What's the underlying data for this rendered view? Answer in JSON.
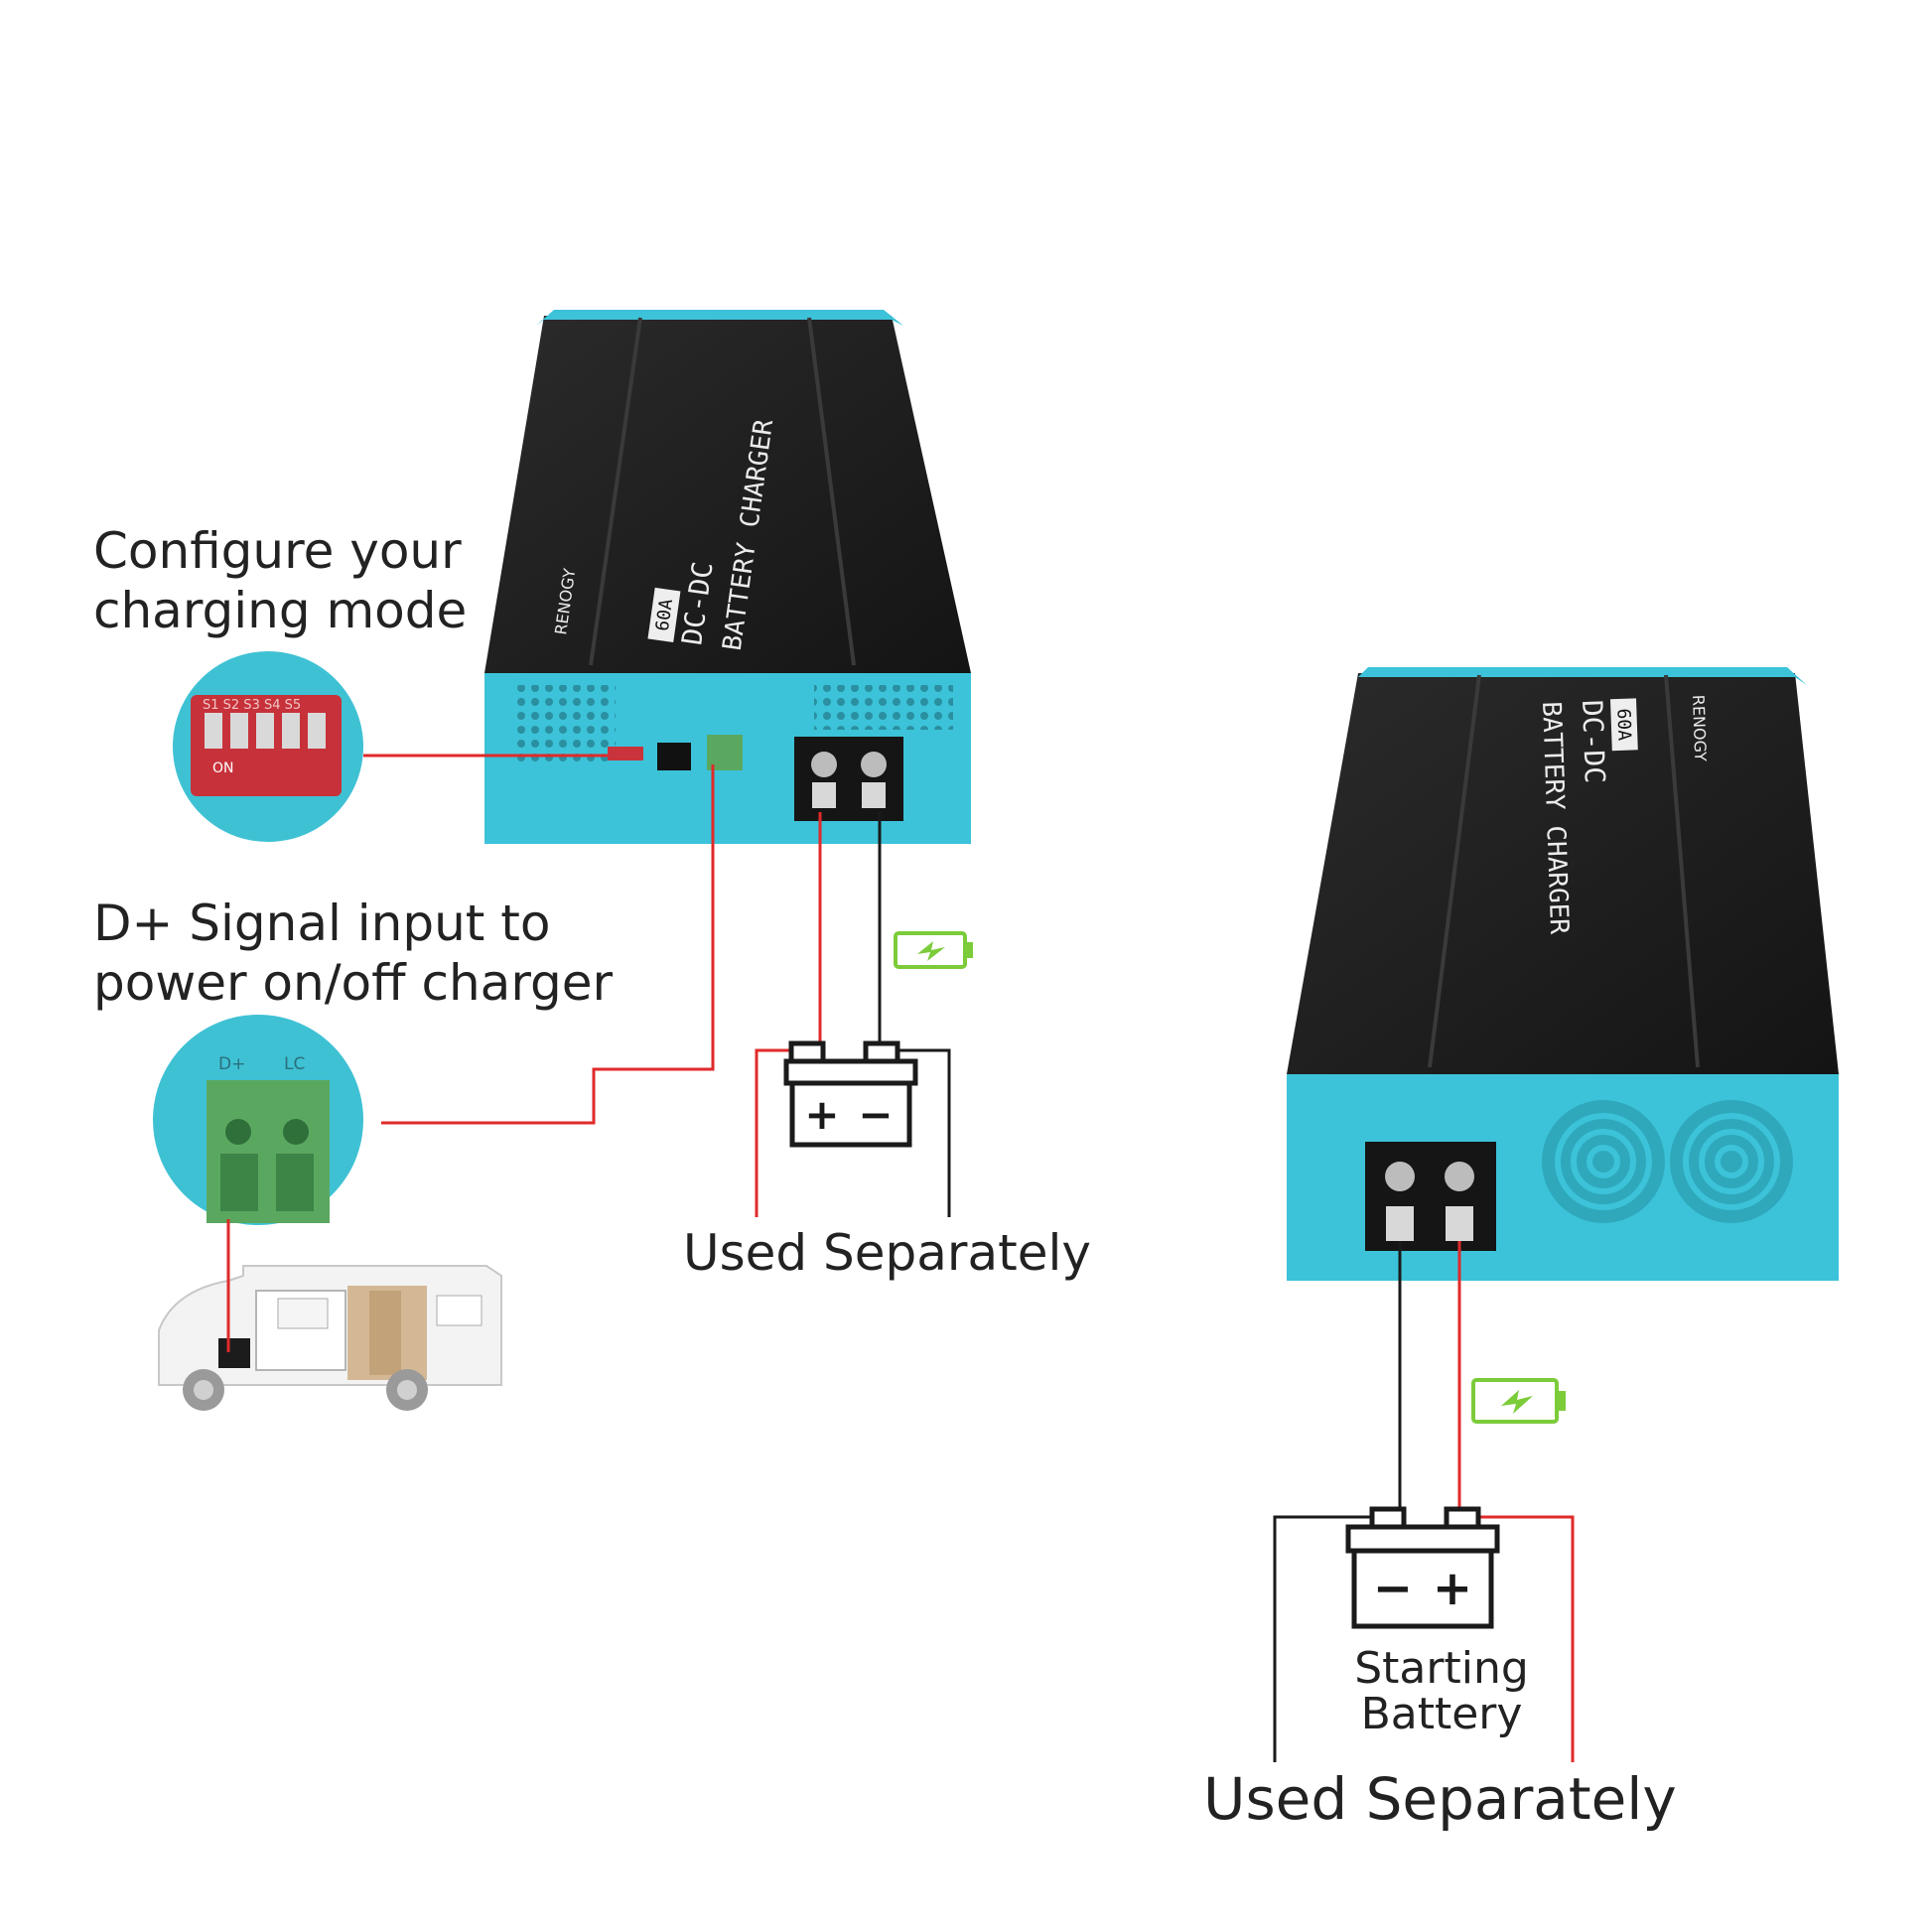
{
  "captions": {
    "configure": "Configure your\ncharging mode",
    "dplus": "D+ Signal input to\npower on/off charger",
    "used_separately_left": "Used Separately",
    "used_separately_right": "Used Separately",
    "starting_battery": "Starting\nBattery"
  },
  "device": {
    "brand": "RENOGY",
    "rating": "60A",
    "line1": "DC-DC",
    "line2": "BATTERY CHARGER"
  },
  "dip_switch": {
    "numbers": "S1 S2 S3 S4 S5",
    "on_label": "ON"
  },
  "terminal_block": {
    "left": "D+",
    "right": "LC"
  },
  "battery": {
    "plus": "+",
    "minus": "−"
  },
  "colors": {
    "accent_teal": "#3cc3d9",
    "body_black": "#1c1c1c",
    "wire_red": "#e02a2a",
    "wire_black": "#1a1a1a",
    "charge_green": "#7ccc3a",
    "terminal_green": "#5aa860"
  }
}
